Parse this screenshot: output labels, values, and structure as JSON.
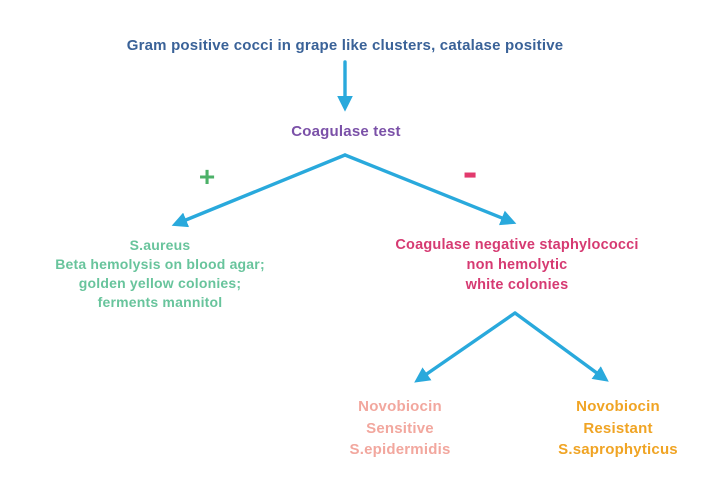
{
  "diagram": {
    "title": "Gram positive cocci in grape like clusters, catalase positive",
    "coagulase_label": "Coagulase test",
    "positive_sign": "+",
    "negative_sign": "−",
    "s_aureus": {
      "lines": [
        "S.aureus",
        "Beta hemolysis on blood agar;",
        "golden yellow colonies;",
        "ferments mannitol"
      ]
    },
    "coag_negative": {
      "lines": [
        "Coagulase negative staphylococci",
        "non hemolytic",
        "white colonies"
      ]
    },
    "s_epidermidis": {
      "lines": [
        "Novobiocin",
        "Sensitive",
        "S.epidermidis"
      ]
    },
    "s_saprophyticus": {
      "lines": [
        "Novobiocin",
        "Resistant",
        "S.saprophyticus"
      ]
    },
    "colors": {
      "arrow": "#29a9dc",
      "title": "#3a6298",
      "coagulase": "#7b51a8",
      "positive": "#4cb168",
      "negative": "#e23a6d",
      "aureus": "#68c49c",
      "coag_negative": "#d63a72",
      "epidermidis": "#f2a79e",
      "saprophyticus": "#f0a424"
    }
  }
}
